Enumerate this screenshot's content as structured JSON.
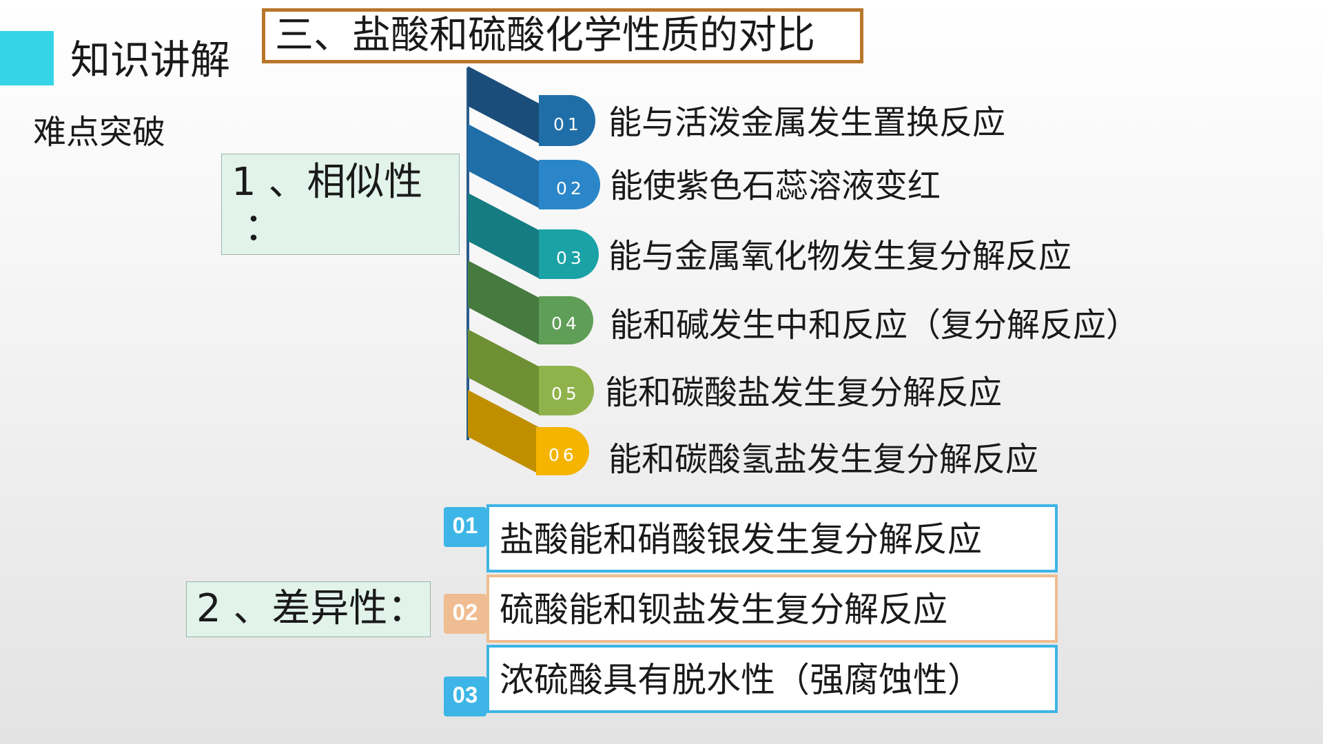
{
  "header": {
    "section": "知识讲解",
    "subtitle": "难点突破",
    "title": "三、盐酸和硫酸化学性质的对比"
  },
  "similarity": {
    "label": "1 、相似性",
    "colon": "：",
    "items": [
      {
        "num": "01",
        "text": "能与活泼金属发生置换反应",
        "color": "#1f6ea8"
      },
      {
        "num": "02",
        "text": "能使紫色石蕊溶液变红",
        "color": "#2a86c8"
      },
      {
        "num": "03",
        "text": "能与金属氧化物发生复分解反应",
        "color": "#1aa2a6"
      },
      {
        "num": "04",
        "text": "能和碱发生中和反应（复分解反应）",
        "color": "#5f9e56"
      },
      {
        "num": "05",
        "text": "能和碳酸盐发生复分解反应",
        "color": "#8fb24a"
      },
      {
        "num": "06",
        "text": "能和碳酸氢盐发生复分解反应",
        "color": "#f4b400"
      }
    ]
  },
  "difference": {
    "label": "2 、差异性：",
    "items": [
      {
        "num": "01",
        "text": "盐酸能和硝酸银发生复分解反应",
        "color": "#3db5e6"
      },
      {
        "num": "02",
        "text": "硫酸能和钡盐发生复分解反应",
        "color": "#efbd91"
      },
      {
        "num": "03",
        "text": "浓硫酸具有脱水性（强腐蚀性）",
        "color": "#3db5e6"
      }
    ]
  }
}
